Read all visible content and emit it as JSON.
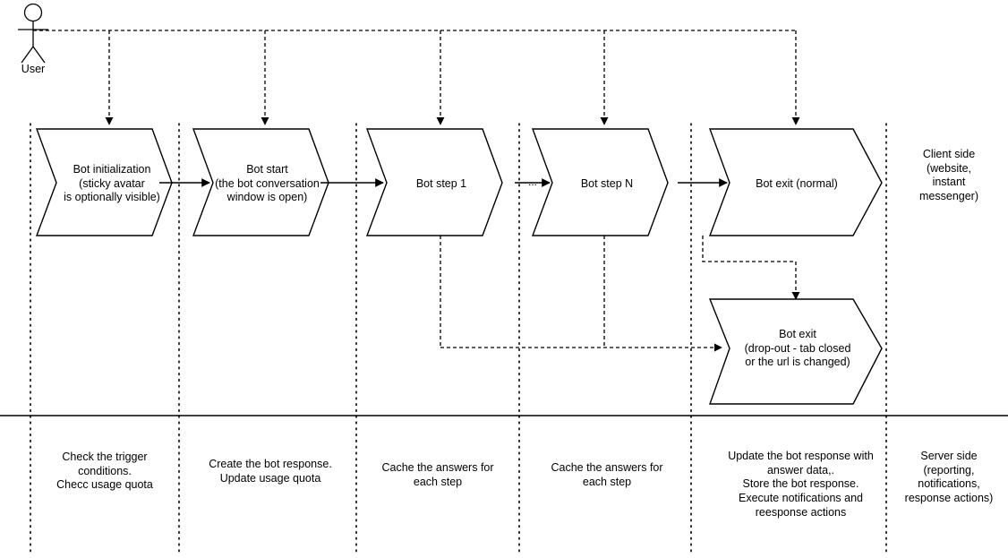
{
  "diagram": {
    "title": "Bot lifecycle swimlane diagram",
    "actor": {
      "name": "User",
      "icon": "actor-stick-figure-icon"
    },
    "lanes": {
      "client": "Client side\n(website,\ninstant\nmessenger)",
      "client_lines": [
        "Client side",
        "(website,",
        "instant",
        "messenger)"
      ],
      "server": "Server side\n(reporting,\nnotifications,\nresponse actions)",
      "server_lines": [
        "Server side",
        "(reporting,",
        "notifications,",
        "response actions)"
      ]
    },
    "steps": [
      {
        "id": "bot-initialization",
        "lines": [
          "Bot initialization",
          "(sticky avatar",
          "is optionally visible)"
        ]
      },
      {
        "id": "bot-start",
        "lines": [
          "Bot start",
          "(the bot conversation",
          "window is open)"
        ]
      },
      {
        "id": "bot-step-1",
        "lines": [
          "Bot step 1"
        ]
      },
      {
        "id": "bot-step-n",
        "lines": [
          "Bot step N"
        ]
      },
      {
        "id": "bot-exit-normal",
        "lines": [
          "Bot exit (normal)"
        ]
      },
      {
        "id": "bot-exit-dropout",
        "lines": [
          "Bot exit",
          "(drop-out - tab closed",
          "or the url is changed)"
        ]
      }
    ],
    "ellipsis_connector": "...",
    "server_notes": [
      {
        "id": "note-initialization",
        "lines": [
          "Check the trigger",
          "conditions.",
          "Checc usage quota"
        ]
      },
      {
        "id": "note-start",
        "lines": [
          "Create the bot response.",
          "Update usage quota"
        ]
      },
      {
        "id": "note-step-1",
        "lines": [
          "Cache the answers for",
          "each step"
        ]
      },
      {
        "id": "note-step-n",
        "lines": [
          "Cache the answers for",
          "each step"
        ]
      },
      {
        "id": "note-exit",
        "lines": [
          "Update the bot response with",
          "answer data,.",
          "Store the bot response.",
          "Execute notifications and",
          "reesponse actions"
        ]
      }
    ],
    "colors": {
      "stroke": "#000000",
      "fill": "#ffffff",
      "background": "#ffffff"
    }
  }
}
